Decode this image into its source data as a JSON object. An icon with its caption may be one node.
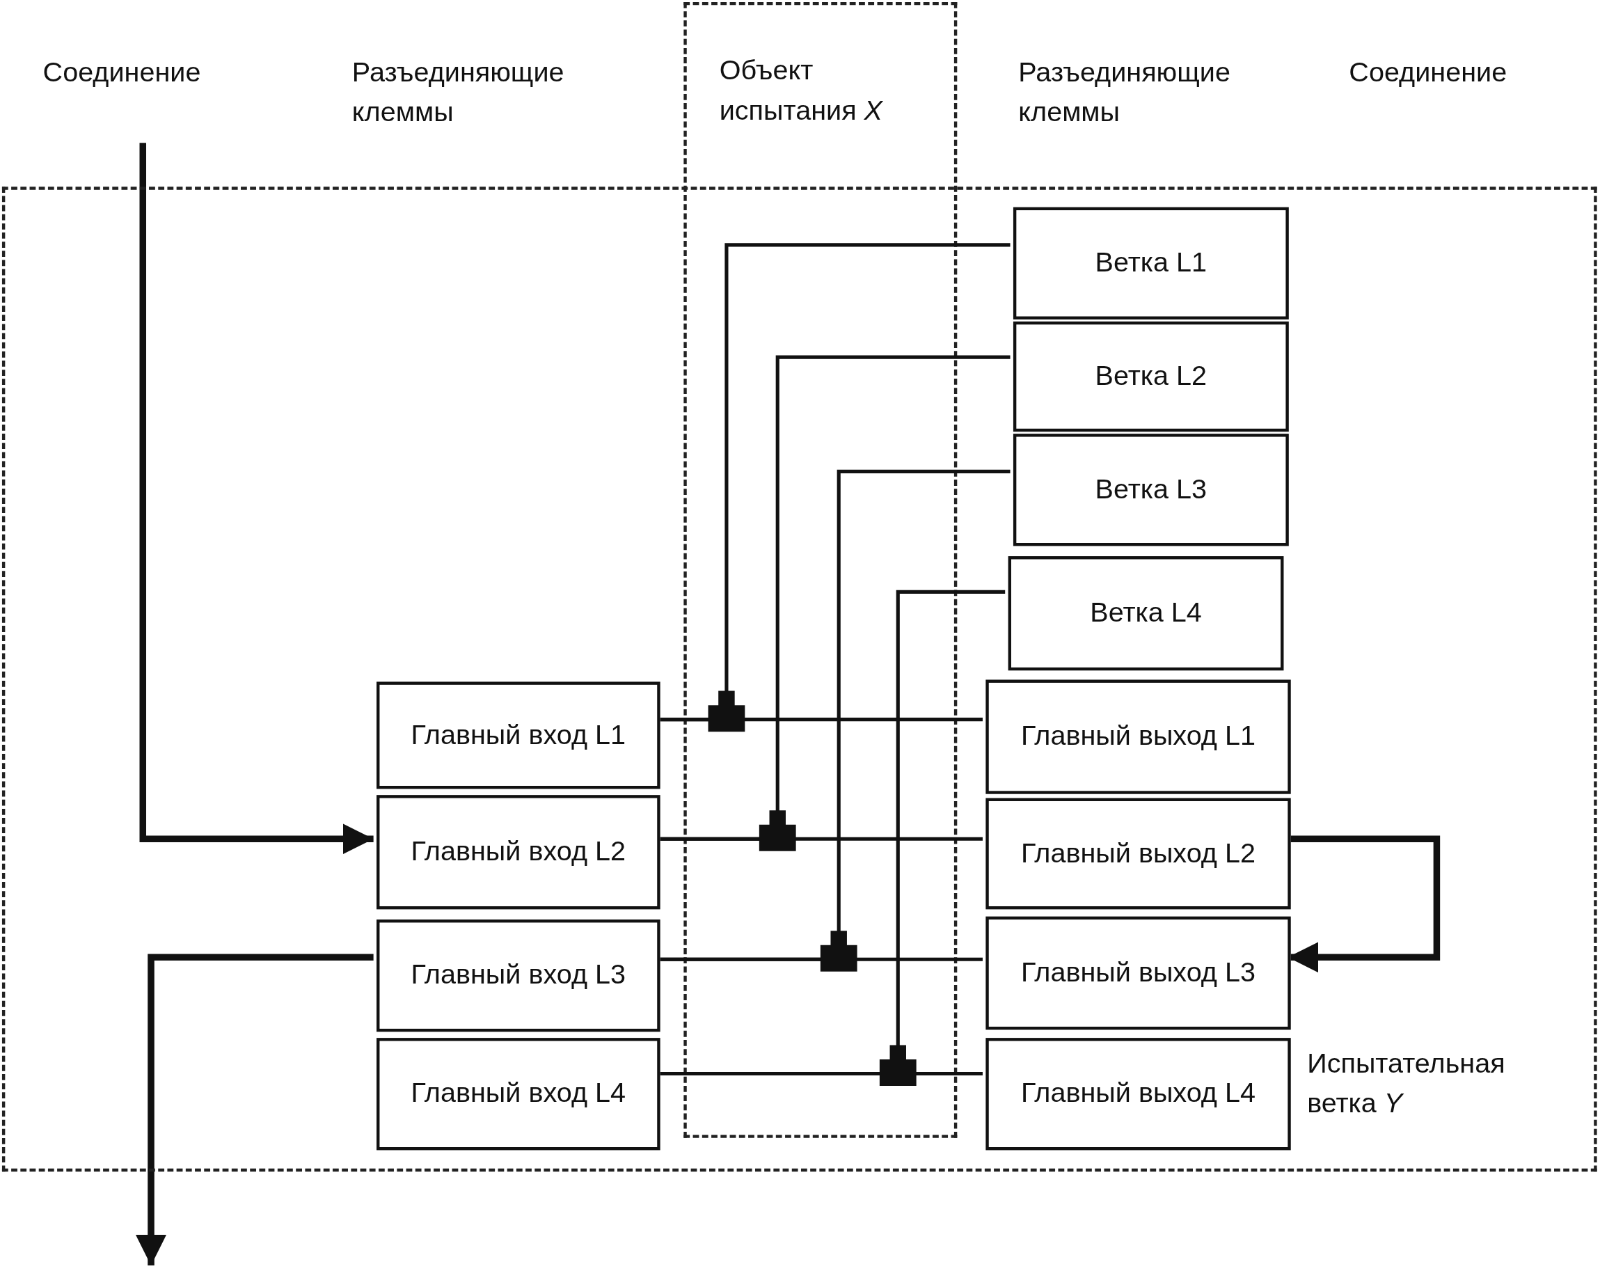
{
  "diagram": {
    "nodes": [
      {
        "text": [
          "Испытательная ветка *Y*"
        ]
      },
      {
        "text": [
          "Ветка L1"
        ],
        "in": 0
      },
      {
        "text": [
          "Ветка L2"
        ],
        "in": 0
      },
      {
        "text": [
          "Ветка L3"
        ],
        "in": 0
      },
      {
        "text": [
          "Ветка L4"
        ],
        "in": 0
      },
      {
        "text": [
          "Главный вход L1"
        ],
        "in": 0
      },
      {
        "text": [
          "Главный вход L2"
        ],
        "in": 0
      },
      {
        "text": [
          "Главный вход L3"
        ],
        "in": 0
      },
      {
        "text": [
          "Главный вход L4"
        ],
        "in": 0
      },
      {
        "text": [
          "Главный выход L1"
        ],
        "in": 0
      },
      {
        "text": [
          "Главный выход L2"
        ],
        "in": 0
      },
      {
        "text": [
          "Главный выход L3"
        ],
        "in": 0
      },
      {
        "text": [
          "Главный выход L4"
        ],
        "in": 0
      }
    ],
    "edges": [
      {
        "from": null,
        "to": 6,
        "arrow": "to",
        "style": "thick"
      },
      {
        "from": 5,
        "to": 9,
        "arrow": "none"
      },
      {
        "from": 1,
        "to": 5,
        "arrow": "none"
      },
      {
        "from": 6,
        "to": 10,
        "arrow": "none"
      },
      {
        "from": 2,
        "to": 6,
        "arrow": "none"
      },
      {
        "from": 7,
        "to": 11,
        "arrow": "none"
      },
      {
        "from": 3,
        "to": 7,
        "arrow": "none"
      },
      {
        "from": 8,
        "to": 12,
        "arrow": "none"
      },
      {
        "from": 4,
        "to": 8,
        "arrow": "none"
      },
      {
        "from": 10,
        "to": 11,
        "arrow": "to",
        "style": "thick"
      },
      {
        "from": 7,
        "to": null,
        "arrow": "to",
        "style": "thick"
      }
    ],
    "labels": [
      "Соединение",
      "Разъединяющие клеммы",
      "Объект испытания *X*",
      "Разъединяющие клеммы",
      "Соединение"
    ]
  }
}
